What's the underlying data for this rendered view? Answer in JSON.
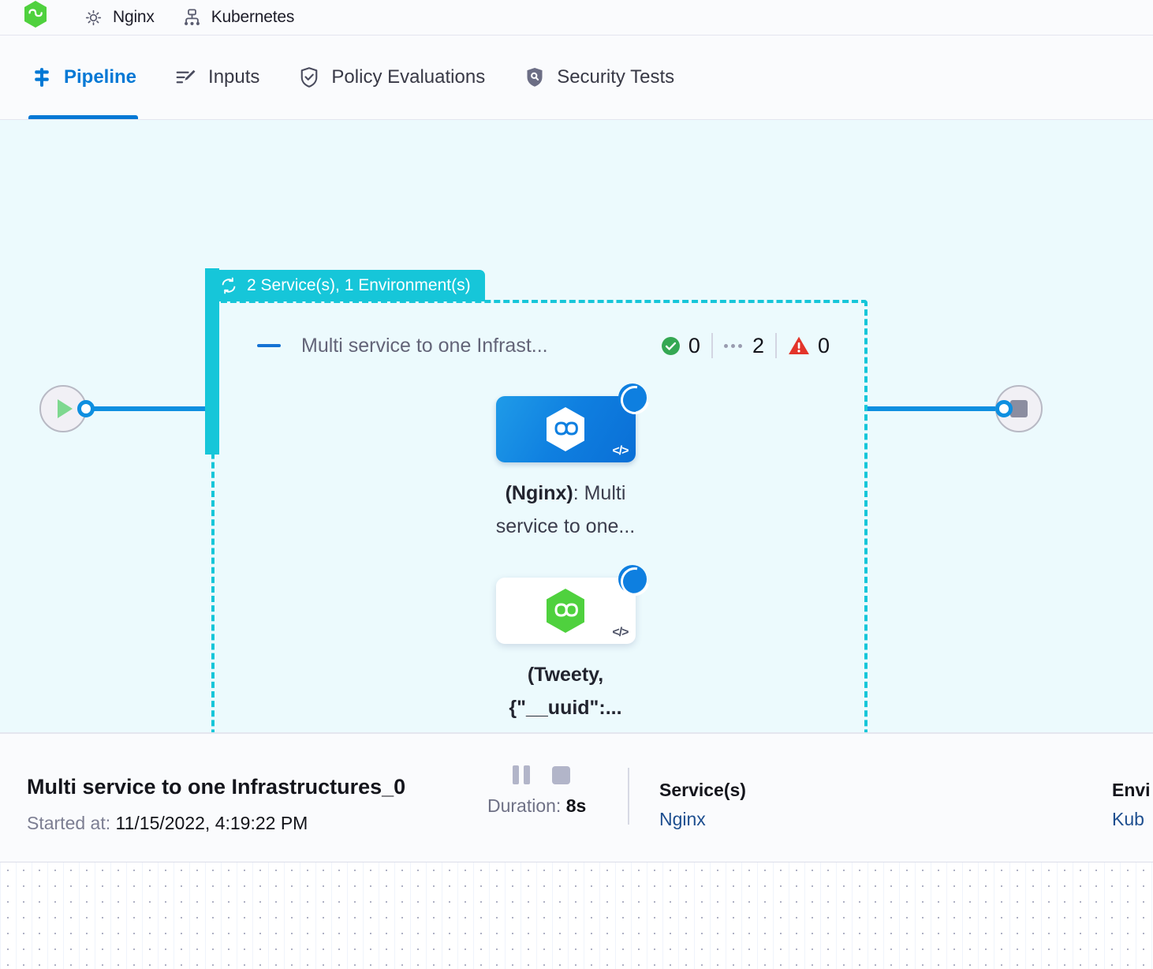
{
  "breadcrumb": {
    "items": [
      {
        "icon": "harness-hexagon-logo",
        "label": ""
      },
      {
        "icon": "gear-icon",
        "label": "Nginx"
      },
      {
        "icon": "kubernetes-icon",
        "label": "Kubernetes"
      }
    ]
  },
  "tabs": [
    {
      "id": "pipeline",
      "label": "Pipeline",
      "icon": "pipeline-icon",
      "active": true
    },
    {
      "id": "inputs",
      "label": "Inputs",
      "icon": "inputs-icon",
      "active": false
    },
    {
      "id": "policy",
      "label": "Policy Evaluations",
      "icon": "shield-check-icon",
      "active": false
    },
    {
      "id": "security",
      "label": "Security Tests",
      "icon": "shield-security-icon",
      "active": false
    }
  ],
  "canvas": {
    "group_label": {
      "icon": "loop-repeat-icon",
      "text": "2 Service(s), 1 Environment(s)"
    },
    "stage": {
      "collapse_icon": "minus-collapse-icon",
      "title": "Multi service to one Infrast...",
      "status": {
        "success_count": "0",
        "pending_count": "2",
        "error_count": "0"
      }
    },
    "nodes": [
      {
        "id": "nginx-node",
        "logo": "hexagon-infinity-blue-logo",
        "card_style": "blue",
        "badge": "running-spinner-icon",
        "code_icon": "code-brackets-icon",
        "label_bold": "(Nginx)",
        "label_rest": ": Multi service to one..."
      },
      {
        "id": "tweety-node",
        "logo": "hexagon-infinity-green-logo",
        "card_style": "white",
        "badge": "running-spinner-icon",
        "code_icon": "code-brackets-icon",
        "label_bold": "(Tweety,",
        "label_rest": "{\"__uuid\":..."
      }
    ],
    "start_node": {
      "icon": "play-icon"
    },
    "end_node": {
      "icon": "stop-square-icon"
    }
  },
  "detail": {
    "title": "Multi service to one Infrastructures_0",
    "started_label": "Started at:",
    "started_value": "11/15/2022, 4:19:22 PM",
    "pause_icon": "pause-icon",
    "stop_icon": "stop-icon",
    "duration_label": "Duration:",
    "duration_value": "8s",
    "services": {
      "header": "Service(s)",
      "value": "Nginx"
    },
    "environments": {
      "header": "Envi",
      "value": "Kub"
    }
  },
  "colors": {
    "accent_blue": "#0278d5",
    "teal": "#16c6d9",
    "canvas_bg": "#ecfafd",
    "success_green": "#35a853",
    "error_red": "#e3342a",
    "link_blue": "#1d4e8f"
  }
}
